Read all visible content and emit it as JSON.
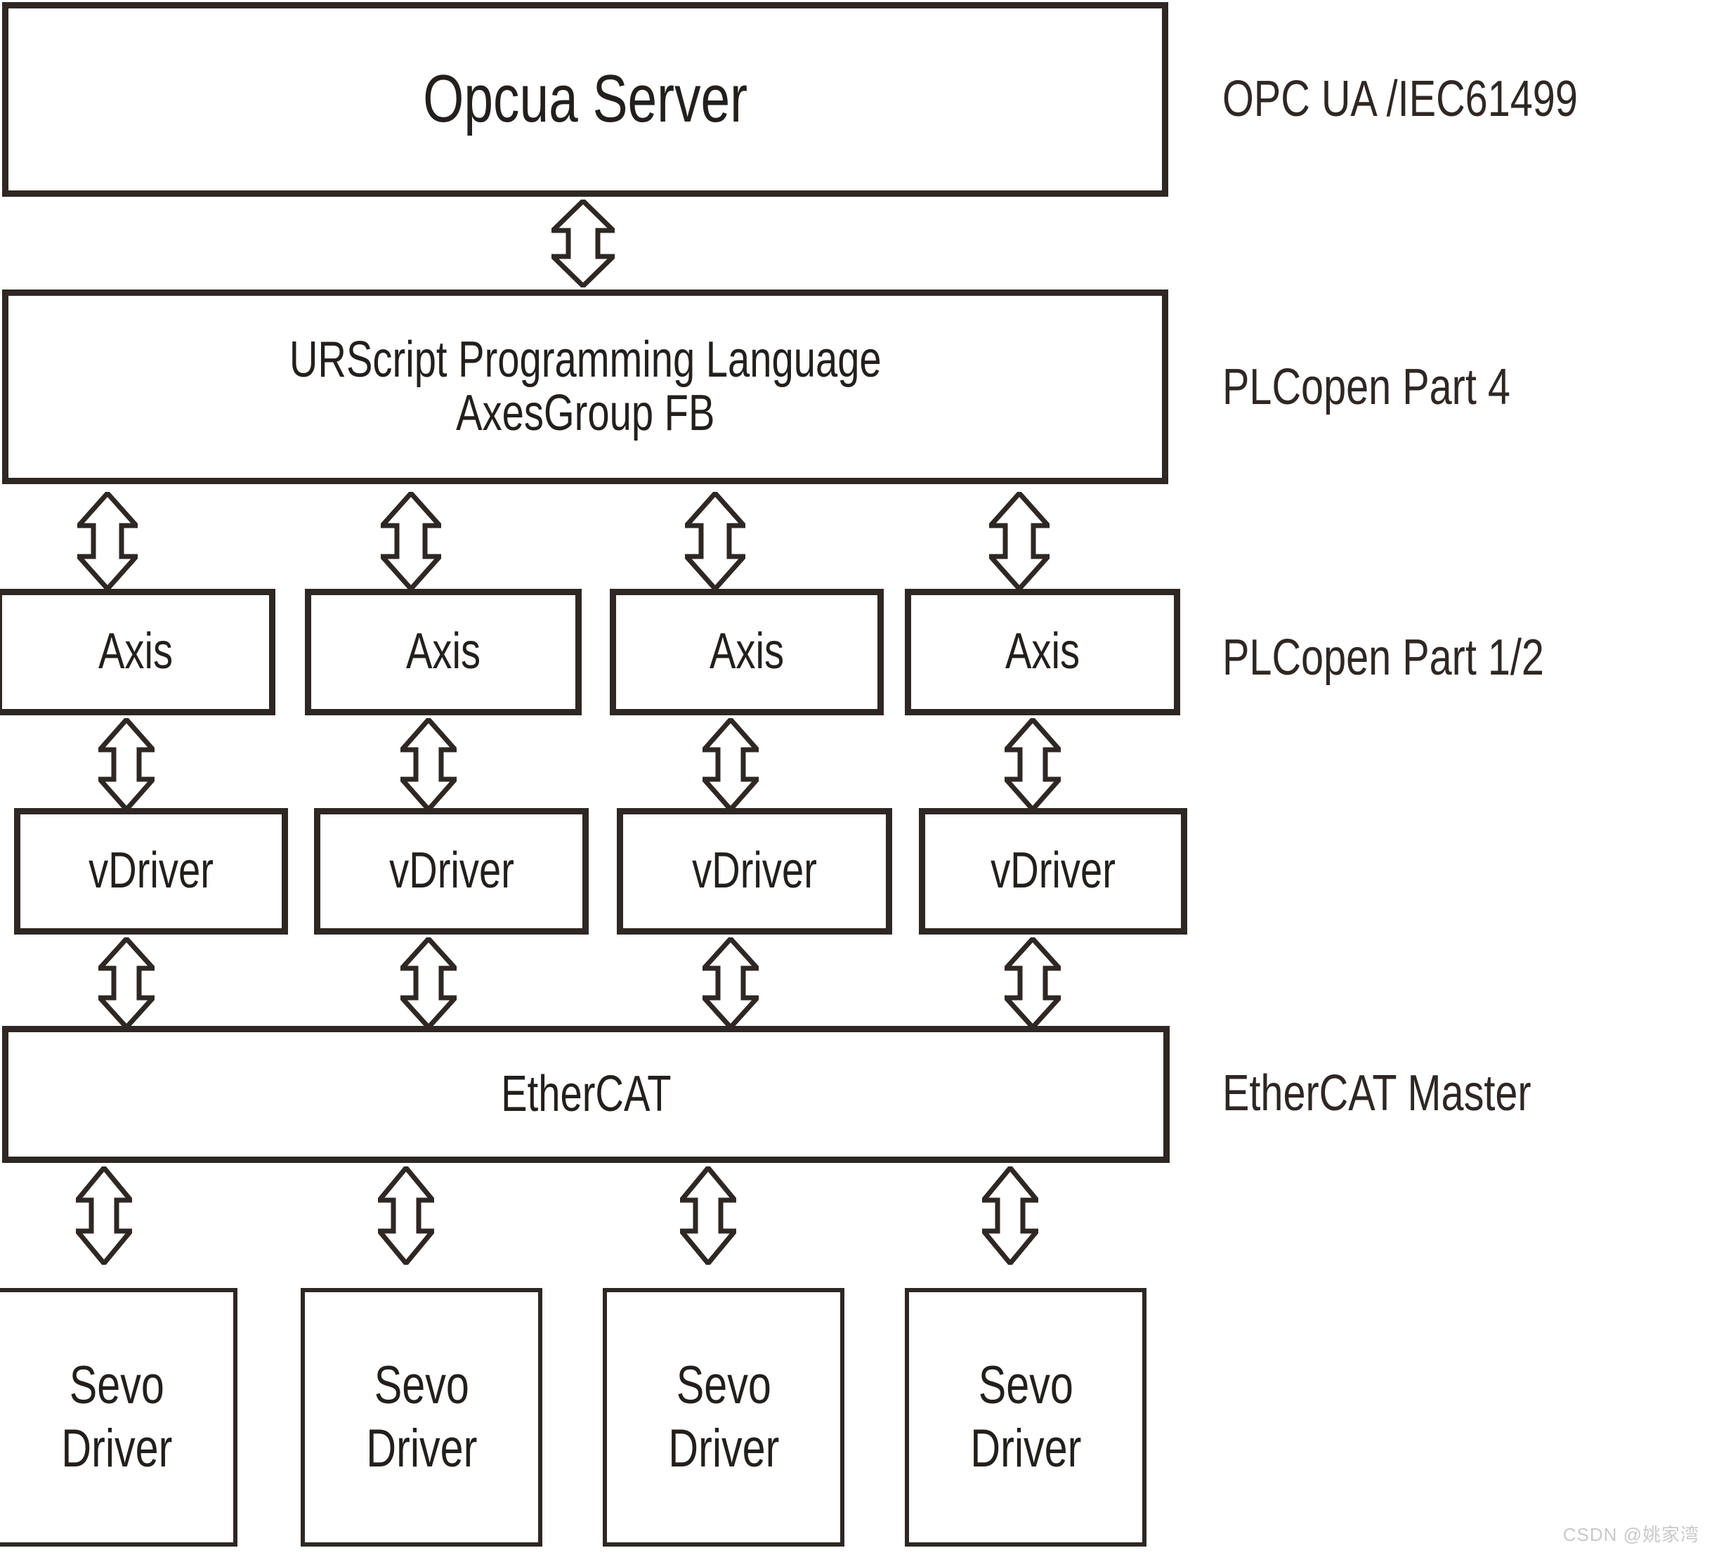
{
  "diagram": {
    "title": "Motion control software architecture stack",
    "colors": {
      "stroke": "#2e2724",
      "text": "#231f1d",
      "background": "#ffffff",
      "watermark": "#c9c9c9"
    },
    "layers": [
      {
        "id": "opcua-server",
        "box_label": "Opcua Server",
        "side_label": "OPC UA /IEC61499"
      },
      {
        "id": "urscript",
        "box_label": "URScript Programming Language\nAxesGroup FB",
        "side_label": "PLCopen Part 4"
      },
      {
        "id": "axis",
        "box_label": "Axis",
        "side_label": "PLCopen Part 1/2",
        "count": 4
      },
      {
        "id": "vdriver",
        "box_label": "vDriver",
        "side_label": "",
        "count": 4
      },
      {
        "id": "ethercat",
        "box_label": "EtherCAT",
        "side_label": "EtherCAT Master"
      },
      {
        "id": "sevo-driver",
        "box_label": "Sevo\nDriver",
        "side_label": "",
        "count": 4
      }
    ],
    "axis_boxes": [
      {
        "label": "Axis"
      },
      {
        "label": "Axis"
      },
      {
        "label": "Axis"
      },
      {
        "label": "Axis"
      }
    ],
    "vdriver_boxes": [
      {
        "label": "vDriver"
      },
      {
        "label": "vDriver"
      },
      {
        "label": "vDriver"
      },
      {
        "label": "vDriver"
      }
    ],
    "sevo_boxes": [
      {
        "label": "Sevo\nDriver"
      },
      {
        "label": "Sevo\nDriver"
      },
      {
        "label": "Sevo\nDriver"
      },
      {
        "label": "Sevo\nDriver"
      }
    ],
    "connectors": {
      "icon": "double-headed-vertical-arrow",
      "count": 17,
      "description": "Hollow outlined bidirectional vertical arrows linking adjacent layers"
    },
    "watermark": "CSDN @姚家湾"
  }
}
